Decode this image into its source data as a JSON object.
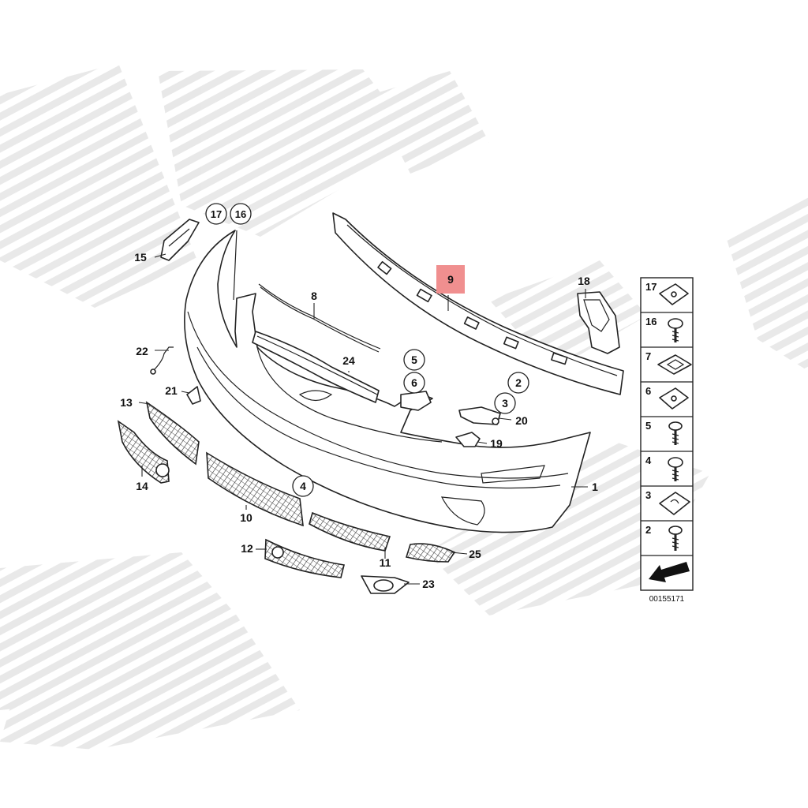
{
  "diagram": {
    "callouts": [
      {
        "id": "c1",
        "label": "1"
      },
      {
        "id": "c2",
        "label": "2"
      },
      {
        "id": "c3",
        "label": "3"
      },
      {
        "id": "c4",
        "label": "4"
      },
      {
        "id": "c5",
        "label": "5"
      },
      {
        "id": "c6",
        "label": "6"
      },
      {
        "id": "c8",
        "label": "8"
      },
      {
        "id": "c9",
        "label": "9"
      },
      {
        "id": "c10",
        "label": "10"
      },
      {
        "id": "c11",
        "label": "11"
      },
      {
        "id": "c12",
        "label": "12"
      },
      {
        "id": "c13",
        "label": "13"
      },
      {
        "id": "c14",
        "label": "14"
      },
      {
        "id": "c15",
        "label": "15"
      },
      {
        "id": "c16",
        "label": "16"
      },
      {
        "id": "c17",
        "label": "17"
      },
      {
        "id": "c18",
        "label": "18"
      },
      {
        "id": "c19",
        "label": "19"
      },
      {
        "id": "c20",
        "label": "20"
      },
      {
        "id": "c21",
        "label": "21"
      },
      {
        "id": "c22",
        "label": "22"
      },
      {
        "id": "c23",
        "label": "23"
      },
      {
        "id": "c24",
        "label": "24"
      },
      {
        "id": "c25",
        "label": "25"
      }
    ],
    "highlight": {
      "label": "9",
      "color": "#f08f8f"
    },
    "legend": {
      "rows": [
        {
          "label": "17",
          "icon": "clip-nut-icon"
        },
        {
          "label": "16",
          "icon": "screw-icon"
        },
        {
          "label": "7",
          "icon": "square-nut-icon"
        },
        {
          "label": "6",
          "icon": "clip-nut-icon"
        },
        {
          "label": "5",
          "icon": "screw-icon"
        },
        {
          "label": "4",
          "icon": "screw-icon"
        },
        {
          "label": "3",
          "icon": "clip-nut-icon"
        },
        {
          "label": "2",
          "icon": "screw-icon"
        }
      ],
      "arrow_icon": "arrow-icon"
    },
    "diagram_code": "00155171"
  },
  "colors": {
    "highlight": "#f08f8f",
    "watermark": "#e4e4e4",
    "line": "#222222"
  }
}
